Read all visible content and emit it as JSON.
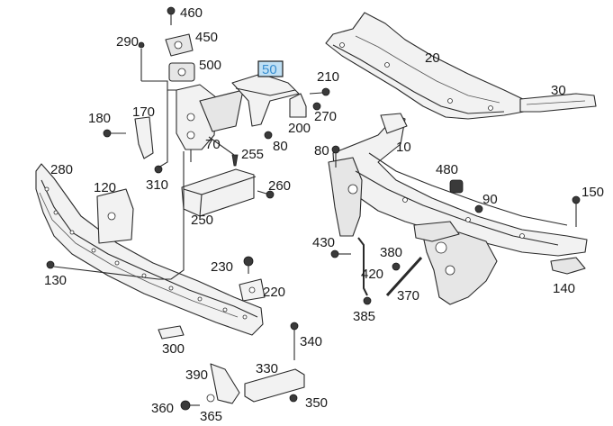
{
  "diagram": {
    "highlighted_callout": "50",
    "callouts": {
      "c460": "460",
      "c450": "450",
      "c290": "290",
      "c500": "500",
      "c50": "50",
      "c210": "210",
      "c20": "20",
      "c30": "30",
      "c180": "180",
      "c170": "170",
      "c70": "70",
      "c80a": "80",
      "c200": "200",
      "c270": "270",
      "c80b": "80",
      "c10": "10",
      "c280": "280",
      "c255": "255",
      "c480": "480",
      "c310": "310",
      "c260": "260",
      "c90": "90",
      "c150": "150",
      "c120": "120",
      "c250": "250",
      "c430": "430",
      "c380": "380",
      "c230": "230",
      "c420": "420",
      "c130": "130",
      "c220": "220",
      "c370": "370",
      "c140": "140",
      "c385": "385",
      "c340": "340",
      "c300": "300",
      "c330": "330",
      "c390": "390",
      "c360": "360",
      "c350": "350",
      "c365": "365"
    }
  },
  "colors": {
    "highlight_fill": "#bfe0f5",
    "highlight_text": "#3a8fd0",
    "label_text": "#1a1a1a",
    "line": "#2a2a2a"
  }
}
